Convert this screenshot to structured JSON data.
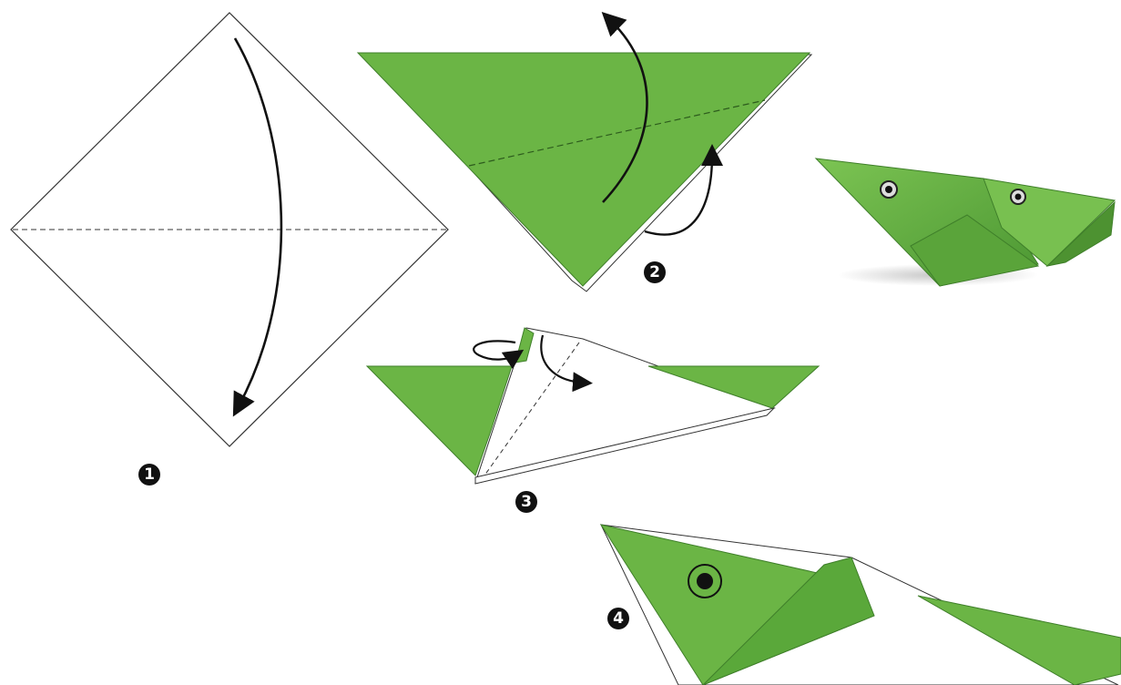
{
  "colors": {
    "paper_green": "#6bb545",
    "paper_green_dark": "#4c9a33",
    "paper_green_light": "#8fcd63",
    "paper_white": "#ffffff",
    "outline": "#1a1a1a",
    "background": "#ffffff"
  },
  "steps": [
    {
      "id": "1",
      "label": "1"
    },
    {
      "id": "2",
      "label": "2"
    },
    {
      "id": "3",
      "label": "3"
    },
    {
      "id": "4",
      "label": "4"
    }
  ],
  "icons": {
    "fold_arrow": "curved-arrow-icon",
    "eye": "eye-icon"
  }
}
